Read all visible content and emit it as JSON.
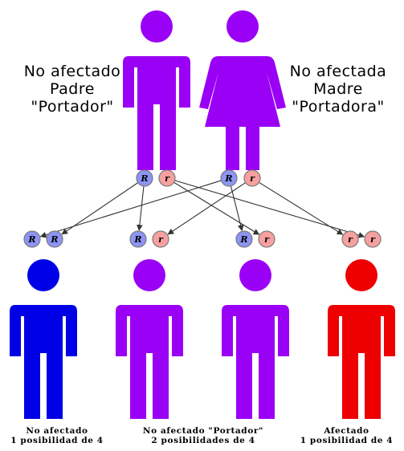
{
  "colors": {
    "carrier": "#9a00f5",
    "unaffected": "#0000e6",
    "affected": "#ee0000",
    "dominant_allele": "#8c94f4",
    "recessive_allele": "#f7a0a0",
    "arrow": "#333333"
  },
  "parents": {
    "father": {
      "label_lines": [
        "No afectado",
        "Padre",
        "\"Portador\""
      ],
      "alleles": [
        "R",
        "r"
      ]
    },
    "mother": {
      "label_lines": [
        "No afectada",
        "Madre",
        "\"Portadora\""
      ],
      "alleles": [
        "R",
        "r"
      ]
    }
  },
  "children": [
    {
      "alleles": [
        "R",
        "R"
      ],
      "status": "unaffected"
    },
    {
      "alleles": [
        "R",
        "r"
      ],
      "status": "carrier"
    },
    {
      "alleles": [
        "R",
        "r"
      ],
      "status": "carrier"
    },
    {
      "alleles": [
        "r",
        "r"
      ],
      "status": "affected"
    }
  ],
  "captions": [
    {
      "line1": "No afectado",
      "line2": "1 posibilidad de 4"
    },
    {
      "line1": "No afectado \"Portador\"",
      "line2": "2 posibilidades de 4"
    },
    {
      "line1": "Afectado",
      "line2": "1 posibilidad de 4"
    }
  ]
}
